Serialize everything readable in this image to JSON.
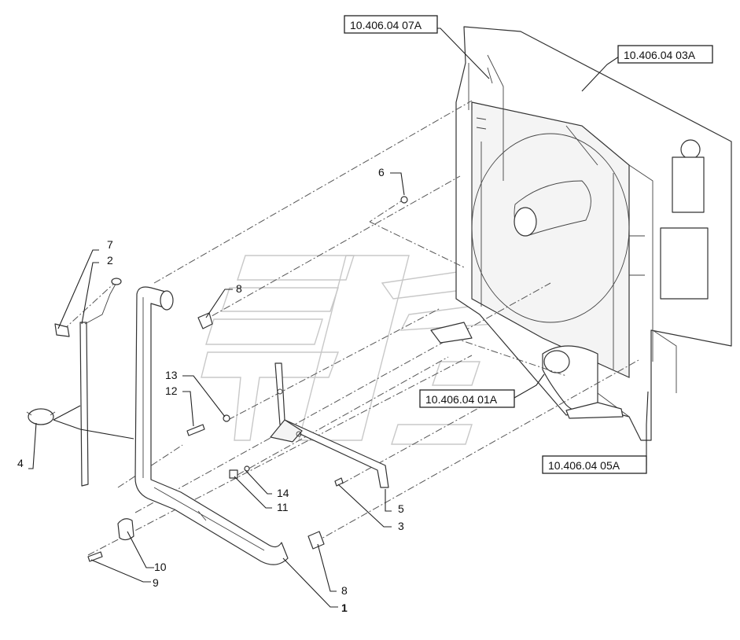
{
  "references": [
    {
      "id": "ref-07a",
      "text": "10.406.04 07A"
    },
    {
      "id": "ref-03a",
      "text": "10.406.04 03A"
    },
    {
      "id": "ref-01a",
      "text": "10.406.04 01A"
    },
    {
      "id": "ref-05a",
      "text": "10.406.04 05A"
    }
  ],
  "callouts": [
    "1",
    "2",
    "3",
    "4",
    "5",
    "6",
    "7",
    "8",
    "8",
    "9",
    "10",
    "11",
    "12",
    "13",
    "14"
  ]
}
